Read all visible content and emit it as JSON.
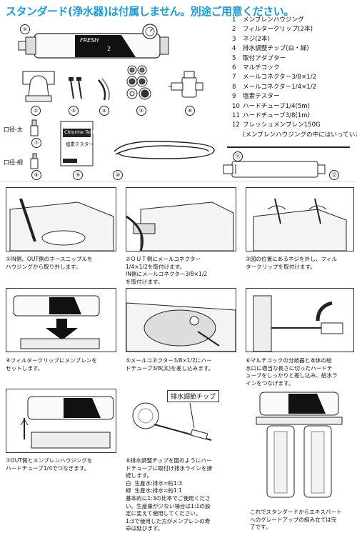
{
  "header": {
    "title": "スタンダード(浄水器)は付属しません。別途ご用意ください。"
  },
  "parts": [
    {
      "num": "1",
      "name": "メンブレンハウジング"
    },
    {
      "num": "2",
      "name": "フィルタークリップ(2本)"
    },
    {
      "num": "3",
      "name": "ネジ(2本)"
    },
    {
      "num": "4",
      "name": "排水調整チップ(白・緑)"
    },
    {
      "num": "5",
      "name": "取付アダプター"
    },
    {
      "num": "6",
      "name": "マルチコック"
    },
    {
      "num": "7",
      "name": "メールコネクター3/8×1/2"
    },
    {
      "num": "8",
      "name": "メールコネクター1/4×1/2"
    },
    {
      "num": "9",
      "name": "塩素テスター"
    },
    {
      "num": "10",
      "name": "ハードチューブ1/4(5m)"
    },
    {
      "num": "11",
      "name": "ハードチューブ3/8(1m)"
    },
    {
      "num": "12",
      "name": "フレッシュメンブレン150G"
    }
  ],
  "parts_note": "(メンブレンハウジングの中にはいっています)",
  "figure_labels": {
    "n1": "①",
    "n2": "②",
    "n3": "③",
    "n4": "④",
    "n5": "⑤",
    "n6": "⑥",
    "n7": "⑦",
    "n8": "⑧",
    "n9": "⑨",
    "n10": "⑩",
    "n11": "⑪",
    "n12": "⑫",
    "dia_thick": "口径-太",
    "dia_thin": "口径-細",
    "brand1": "FRESH",
    "brand2": "2",
    "tester_title": "Chlorine Tester",
    "tester_sub": "塩素テスター",
    "drain_chip": "排水調節チップ"
  },
  "steps": [
    {
      "text": "①IN側、OUT側のホースニップルを\nハウジングから取り外します。"
    },
    {
      "text": "②ＯＵＴ側にメールコネクター\n1/4×1/2を取付けます。\nIN側にメールコネクター3/8×1/2\nを取付けます。"
    },
    {
      "text": "③図の位置にあるネジを外し、フィル\nタークリップを取付けます。"
    },
    {
      "text": "④フィルタークリップにメンブレンを\nセットします。"
    },
    {
      "text": "⑤メールコネクター3/8×1/2にハー\nドチューブ3/8(太)を差し込みます。"
    },
    {
      "text": "⑥マルチコックの分岐器と本体の給\n水口に適当な長さに切ったハードチ\nューブをしっかりと差し込み、給水ラ\nインをつなげます。"
    },
    {
      "text": "⑦OUT側とメンブレンハウジングを\nハードチューブ1/4でつなぎます。"
    },
    {
      "text": "⑧排水調整チップを図のようにハー\nドチューブに取付け排水ラインを接\n続します。\n白  生産水:排水=約1:3\n緑  生産水:排水=約1:1\n基本的に1:3の比率でご使用くださ\nい。生産量が少ない場合は1:1の設\n定に変えて使用してください。\n1:3で使用した方がメンブレンの寿\n命は延びます。"
    }
  ],
  "final_note": "これでスタンダードからエキスパート\nへのグレードアップの組み立ては完\n了です。"
}
